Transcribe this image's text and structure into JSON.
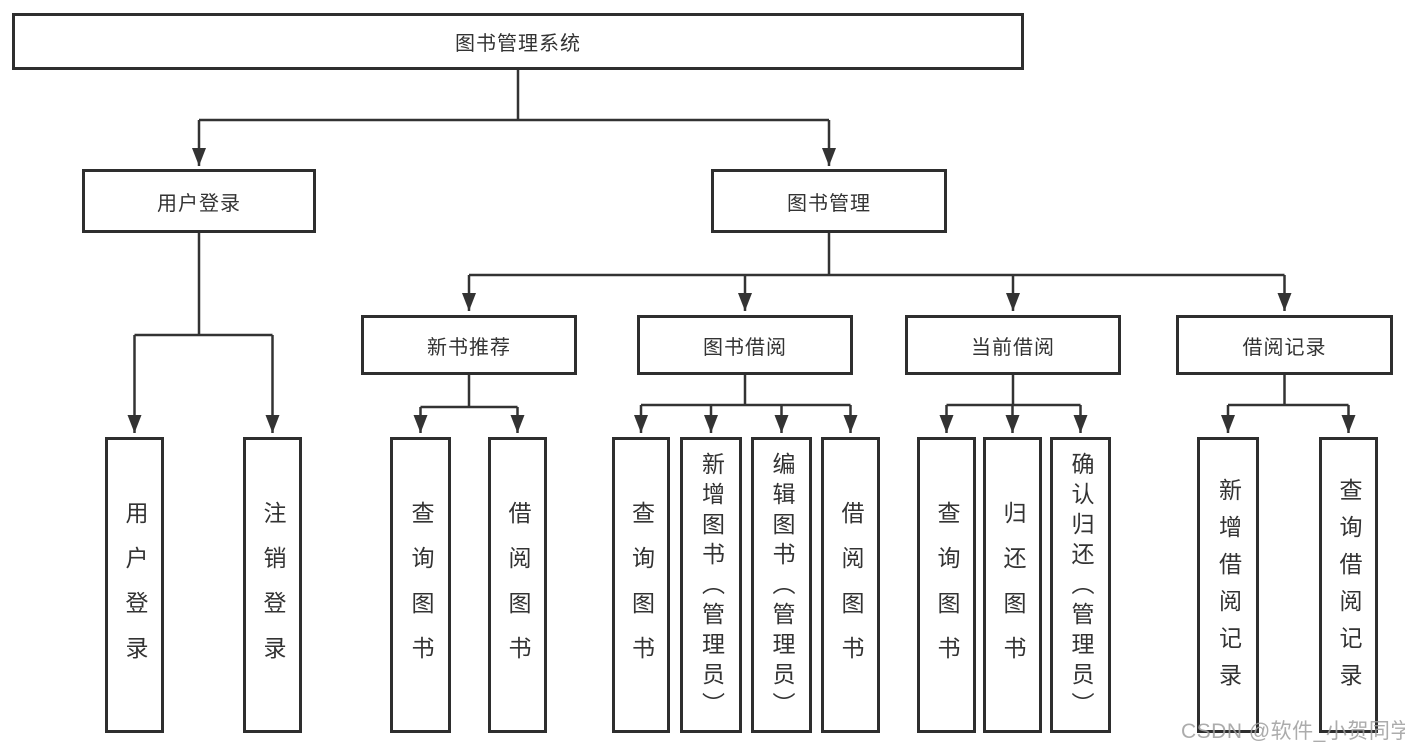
{
  "nodes": {
    "root": "图书管理系统",
    "user_login": "用户登录",
    "book_management": "图书管理",
    "new_book_recommend": "新书推荐",
    "book_borrowing": "图书借阅",
    "current_borrowing": "当前借阅",
    "borrowing_records": "借阅记录",
    "user_login_leaf": "用户登录",
    "logout_leaf": "注销登录",
    "recommend_query_book": "查询图书",
    "recommend_borrow_book": "借阅图书",
    "borrowing_query_book": "查询图书",
    "borrowing_add_book": "新增图书（管理员）",
    "borrowing_edit_book": "编辑图书（管理员）",
    "borrowing_borrow_book": "借阅图书",
    "current_query_book": "查询图书",
    "current_return_book": "归还图书",
    "current_confirm_return": "确认归还（管理员）",
    "records_add_record": "新增借阅记录",
    "records_query_record": "查询借阅记录"
  },
  "watermark": {
    "text": "CSDN @软件_小贺同学"
  },
  "colors": {
    "line": "#333333",
    "border": "#2e2e2e",
    "watermark": "#9e9e9e"
  }
}
